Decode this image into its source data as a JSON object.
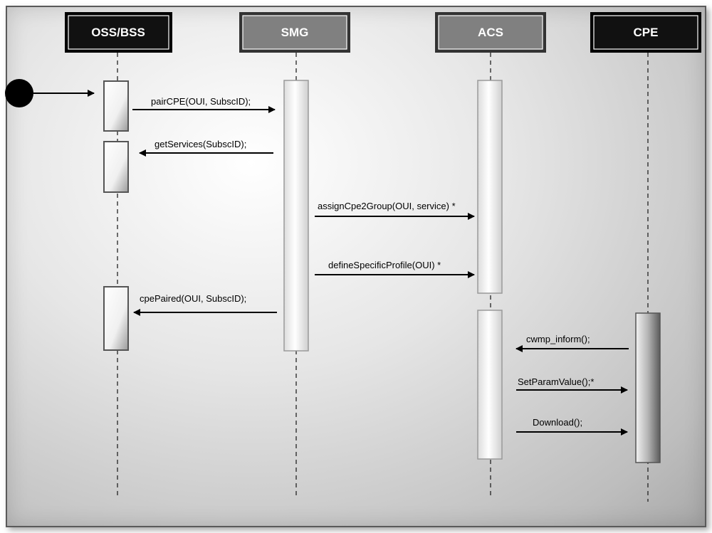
{
  "participants": [
    {
      "key": "oss",
      "label": "OSS/BSS",
      "color": "#111111"
    },
    {
      "key": "smg",
      "label": "SMG",
      "color": "#808080"
    },
    {
      "key": "acs",
      "label": "ACS",
      "color": "#808080"
    },
    {
      "key": "cpe",
      "label": "CPE",
      "color": "#111111"
    }
  ],
  "messages": {
    "m1": "pairCPE(OUI, SubscID);",
    "m2": "getServices(SubscID);",
    "m3": "assignCpe2Group(OUI, service) *",
    "m4": "defineSpecificProfile(OUI) *",
    "m5": "cpePaired(OUI, SubscID);",
    "m6": "cwmp_inform();",
    "m7": "SetParamValue();*",
    "m8": "Download();"
  }
}
